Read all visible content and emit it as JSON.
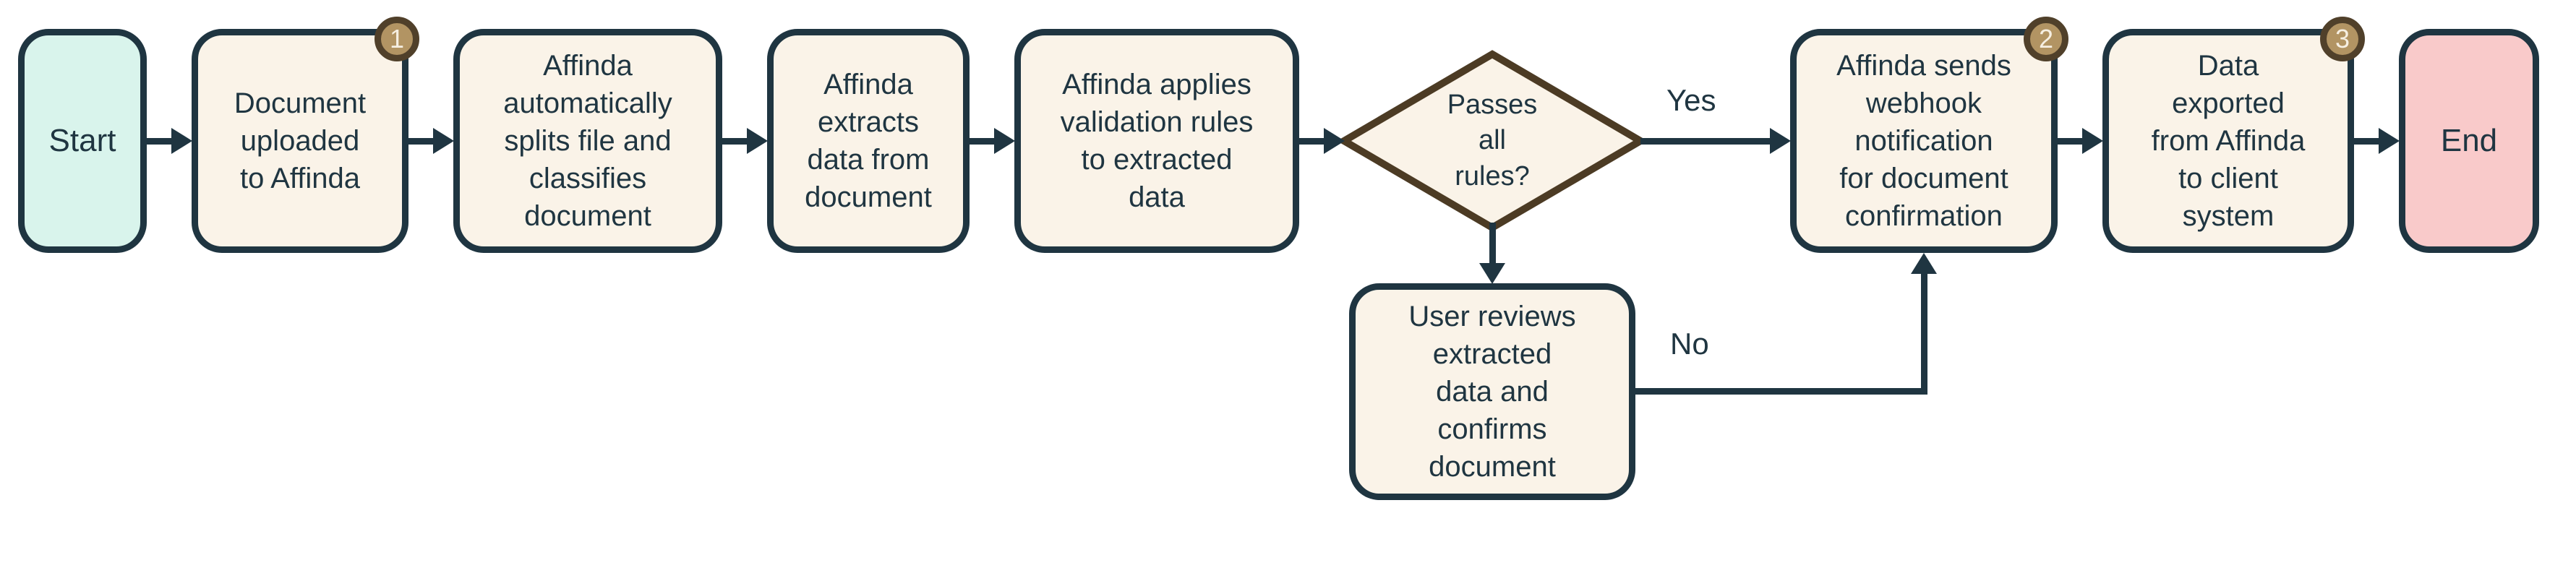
{
  "colors": {
    "outline": "#1f3541",
    "process_fill": "#faf3e8",
    "start_fill": "#d9f4ec",
    "end_fill": "#f9caca",
    "decision_outline": "#4c3b24",
    "badge_fill": "#b29463",
    "badge_border": "#50402a",
    "badge_text": "#f6efe2",
    "bg": "#ffffff"
  },
  "nodes": {
    "start": {
      "label": "Start"
    },
    "upload": {
      "label": "Document\nuploaded\nto Affinda",
      "badge": "1"
    },
    "split": {
      "label": "Affinda\nautomatically\nsplits file and\nclassifies\ndocument"
    },
    "extract": {
      "label": "Affinda\nextracts\ndata from\ndocument"
    },
    "validate": {
      "label": "Affinda applies\nvalidation rules\nto extracted\ndata"
    },
    "decision": {
      "label": "Passes\nall\nrules?"
    },
    "webhook": {
      "label": "Affinda sends\nwebhook\nnotification\nfor document\nconfirmation",
      "badge": "2"
    },
    "export": {
      "label": "Data\nexported\nfrom Affinda\nto client\nsystem",
      "badge": "3"
    },
    "end": {
      "label": "End"
    },
    "review": {
      "label": "User reviews\nextracted\ndata and\nconfirms\ndocument"
    }
  },
  "edges": {
    "yes_label": "Yes",
    "no_label": "No"
  }
}
